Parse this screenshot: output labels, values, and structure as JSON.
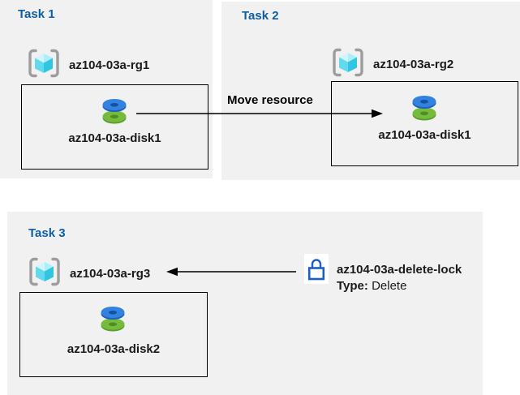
{
  "tasks": [
    {
      "label": "Task 1",
      "rg": "az104-03a-rg1",
      "disk": "az104-03a-disk1"
    },
    {
      "label": "Task 2",
      "rg": "az104-03a-rg2",
      "disk": "az104-03a-disk1"
    },
    {
      "label": "Task 3",
      "rg": "az104-03a-rg3",
      "disk": "az104-03a-disk2"
    }
  ],
  "move_arrow": {
    "label": "Move resource"
  },
  "lock": {
    "name": "az104-03a-delete-lock",
    "type_label": "Type:",
    "type_value": "Delete"
  },
  "colors": {
    "panel_bg": "#f1f1f1",
    "title_blue": "#0e5ea4",
    "label_black": "#1a1a1a",
    "arrow_black": "#000000",
    "lock_blue": "#1b5fc4",
    "disk_blue_face": "#3382e0",
    "disk_blue_rim": "#1b61c0",
    "disk_green_face": "#76bb3e",
    "disk_green_rim": "#5aa02a",
    "cube_cyan_light": "#d2f5fb",
    "cube_cyan_mid": "#62d9ec",
    "cube_cyan_dark": "#30c6e2",
    "bracket_gray": "#9d9d9d"
  }
}
